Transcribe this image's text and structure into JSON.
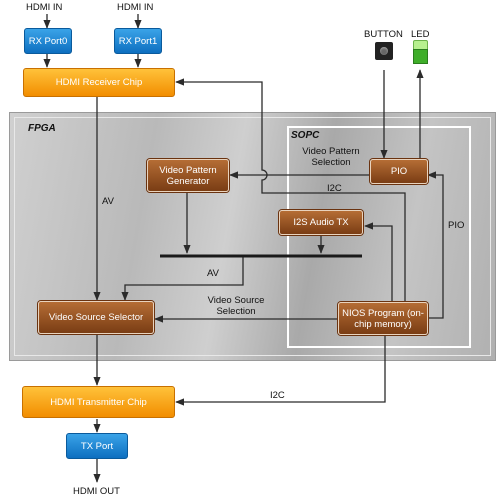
{
  "inputs": {
    "hdmi_in_0": "HDMI IN",
    "hdmi_in_1": "HDMI IN"
  },
  "blocks": {
    "rx_port0": "RX Port0",
    "rx_port1": "RX Port1",
    "hdmi_receiver_chip": "HDMI Receiver Chip",
    "video_pattern_generator": "Video Pattern Generator",
    "pio": "PIO",
    "i2s_audio_tx": "I2S Audio TX",
    "video_source_selector": "Video Source Selector",
    "nios_program": "NIOS Program (on-chip memory)",
    "hdmi_transmitter_chip": "HDMI Transmitter Chip",
    "tx_port": "TX Port"
  },
  "regions": {
    "fpga": "FPGA",
    "sopc": "SOPC"
  },
  "peripherals": {
    "button": "BUTTON",
    "led": "LED"
  },
  "signals": {
    "av_left": "AV",
    "av_bus": "AV",
    "video_pattern_selection": "Video Pattern Selection",
    "i2c_top": "I2C",
    "pio_side": "PIO",
    "video_source_selection": "Video Source Selection",
    "i2c_bottom": "I2C"
  },
  "output": {
    "hdmi_out": "HDMI OUT"
  },
  "colors": {
    "port_blue": "#1a86d4",
    "chip_orange": "#f7a21c",
    "module_brown": "#8a4a1c",
    "fpga_gray": "#bdbdbd"
  }
}
